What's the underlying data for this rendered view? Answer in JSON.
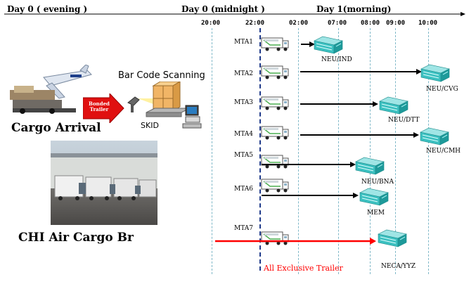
{
  "header": {
    "day0_evening": "Day 0 ( evening )",
    "day0_midnight": "Day 0 (midnight )",
    "day1_morning": "Day 1(morning)"
  },
  "times": [
    "20:00",
    "22:00",
    "02:00",
    "07:00",
    "08:00",
    "09:00",
    "10:00"
  ],
  "routes": [
    {
      "mta": "MTA1",
      "dest": "NEU/IND"
    },
    {
      "mta": "MTA2",
      "dest": "NEU/CVG"
    },
    {
      "mta": "MTA3",
      "dest": "NEU/DTT"
    },
    {
      "mta": "MTA4",
      "dest": "NEU/CMH"
    },
    {
      "mta": "MTA5",
      "dest": "NEU/BNA"
    },
    {
      "mta": "MTA6",
      "dest": "MEM"
    },
    {
      "mta": "MTA7",
      "dest": "NECA/YYZ"
    }
  ],
  "left": {
    "cargo_arrival": "Cargo Arrival",
    "bar_code_scanning": "Bar Code Scanning",
    "skid": "SKID",
    "bonded_trailer": "Bonded Trailer",
    "chi_air_cargo": "CHI Air Cargo Br"
  },
  "footer": {
    "exclusive": "All Exclusive Trailer"
  },
  "colors": {
    "arrow": "#000000",
    "exclusive_arrow": "#ff0000",
    "building": "#2aa9a9",
    "bonded_arrow": "#e01010"
  }
}
